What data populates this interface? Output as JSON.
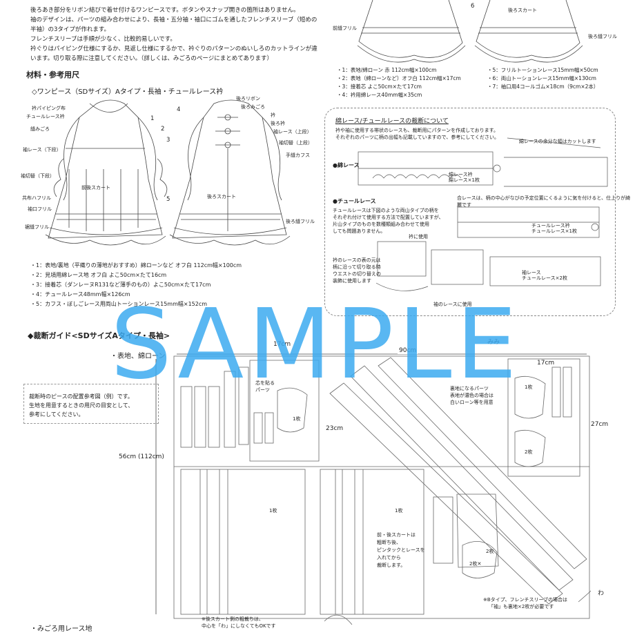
{
  "intro_lines": [
    "後ろあき部分をリボン結びで着せ付けるワンピースです。ボタンやスナップ開きの箇所はありません。",
    "袖のデザインは、パーツの組み合わせにより、長袖・五分袖・袖口にゴムを通したフレンチスリーブ（短めの",
    "半袖）の3タイプが作れます。",
    "フレンチスリーブは手順が少なく、比較的易しいです。",
    "衿ぐりはパイピング仕様にするか、見返し仕様にするかで、衿ぐりのパターンのぬいしろのカットラインが違",
    "います。切り取る際に注意してください。（詳しくは、みごろのページにまとめてあります）"
  ],
  "materials_heading": "材料・参考用尺",
  "variant_heading": "◇ワンピース（SDサイズ）Aタイプ・長袖・チュールレース衿",
  "front_labels": [
    "衿パイピング布",
    "チュールレース衿",
    "縫みごろ",
    "袖レース（下段）",
    "袖切替（下段）",
    "共布ハフリル",
    "袖口フリル",
    "前後スカート",
    "裾縫フリル"
  ],
  "back_labels": [
    "後ろリボン",
    "後ろみごろ",
    "衿",
    "後ろ衿",
    "袖レース（上段）",
    "袖切替（上段）",
    "手縫カフス",
    "後ろスカート",
    "後ろ縫フリル"
  ],
  "numbers": [
    "1",
    "2",
    "3",
    "4",
    "5",
    "6"
  ],
  "materials_list": [
    "・1：表地/裏地（平織りの薄地がおすすめ）綿ローンなど オフ白 112cm幅×100cm",
    "・2：見頃用綿レース地 オフ白 よこ50cm×たて16cm",
    "・3：接着芯（ダンレーヌR131など薄手のもの）よこ50cm×たて17cm",
    "・4：チュールレース48mm幅×126cm",
    "・5：カフス・ぼしごレース用両山トーションレース15mm幅×152cm"
  ],
  "materials_list_b1": [
    "・1：表地/綿ローン 赤 112cm幅×100cm",
    "・2：表地（綿ローンなど）オフ白 112cm幅×17cm",
    "・3：接着芯 よこ50cm×たて17cm",
    "・4：衿用綿レース40mm幅×35cm"
  ],
  "materials_list_b2": [
    "・5：フリルトーションレース15mm幅×50cm",
    "・6：両山トーションレース15mm幅×130cm",
    "・7：袖口用4コールゴム×18cm（9cm×2本）"
  ],
  "top_labels": {
    "left": "前縫フリル",
    "right": "後ろスカート",
    "right2": "後ろ縫フリル",
    "six": "6"
  },
  "lace_box": {
    "title": "綿レース/チュールレースの裁断について",
    "note1": "衿や袖に使用する帯状のレースも、裁断用にパターンを作成しております。",
    "note2": "それぞれのパーツに柄の出幅も記載していますので、参考にしてください。",
    "cotton_label": "●綿レース",
    "tulle_label": "●チュールレース",
    "cotton_part": "綿レース衿",
    "cotton_part2": "綿レース×1枚",
    "cotton_side": "綿レースの余分な幅はカットします",
    "tulle_note1": "チュールレースは下図のような両山タイプの柄を",
    "tulle_note2": "それぞれ付けて使用する方法で配置していますが、",
    "tulle_note3": "片山タイプのものを数種類組み合わせて使用",
    "tulle_note4": "しても問題ありません。",
    "tulle_top": "合レースは、柄の中心がなびの予定位置にくるように気を付けると、仕上りが綺麗です",
    "tulle_part": "チュールレース衿",
    "tulle_part2": "チュールレース×1枚",
    "use1": "衿に使用",
    "use2": "袖のレースに使用",
    "tulle_bottom": "袖レース",
    "tulle_bottom2": "チュールレース×2枚",
    "side_note1": "衿のレースの表の元は",
    "side_note2": "柄に沿って切り取る時",
    "side_note3": "ウエストの切り替えの",
    "side_note4": "装飾に使用します"
  },
  "guide_heading": "◆裁断ガイド<SDサイズAタイプ・長袖>",
  "fabric_label": "・表地、綿ローン",
  "note_text": [
    "裁断時のピースの配置参考図（例）です。",
    "生地を用意するときの用尺の目安として、",
    "参考にしてください。"
  ],
  "dims": {
    "w17a": "17cm",
    "w90": "90cm",
    "mimi": "みみ",
    "h56": "56cm (112cm)",
    "h23": "23cm",
    "w17b": "17cm",
    "h27": "27cm",
    "wa": "わ"
  },
  "piece_texts": {
    "interfacing1": "芯を貼る",
    "interfacing2": "パーツ",
    "lining1": "裏地になるパーツ",
    "lining2": "表地が濃色の場合は",
    "lining3": "白いローン等を用意",
    "skirt1": "前・後スカートは",
    "skirt2": "粗断ち後、",
    "skirt3": "ピンタックとレースを",
    "skirt4": "入れてから",
    "skirt5": "裁断します。",
    "btype1": "※Bタイプ、フレンチスリーブの場合は",
    "btype2": "「袖」も裏地×2枚が必要です",
    "back1": "※後スカート側の粗裁ちは、",
    "back2": "中心を「わ」にしなくてもOKです",
    "one": "1枚",
    "two": "2枚",
    "twox": "2枚✕"
  },
  "watermark": "SAMPLE",
  "bottom_label": "・みごろ用レース地"
}
